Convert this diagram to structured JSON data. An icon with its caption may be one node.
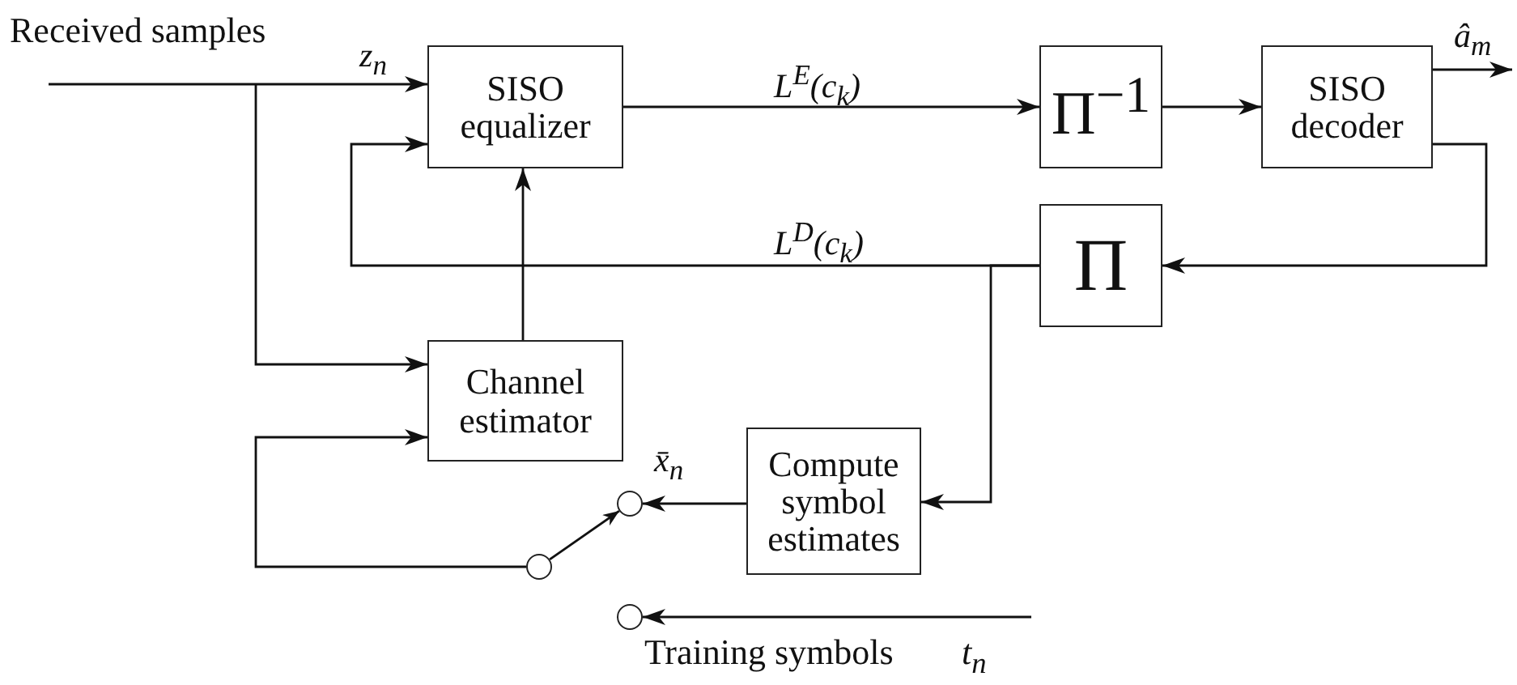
{
  "diagram": {
    "nodes": [
      {
        "text": [
          "SISO equalizer"
        ]
      },
      {
        "text": [
          "Π$^{−1}$"
        ]
      },
      {
        "text": [
          "SISO decoder"
        ]
      },
      {
        "text": [
          "Π"
        ]
      },
      {
        "text": [
          "Channel estimator"
        ]
      },
      {
        "text": [
          "Compute symbol estimates"
        ]
      },
      {
        "text": [],
        "shape": "circle"
      },
      {
        "text": [],
        "shape": "circle"
      },
      {
        "text": [],
        "shape": "circle"
      }
    ],
    "edges": [
      {
        "from": null,
        "to": 0,
        "arrow": "to",
        "label": "z$_{n}$"
      },
      {
        "from": null,
        "to": 4,
        "arrow": "to"
      },
      {
        "from": 0,
        "to": 1,
        "arrow": "to",
        "label": "L$^{E}$(c$_{k}$)"
      },
      {
        "from": 1,
        "to": 2,
        "arrow": "to"
      },
      {
        "from": 2,
        "to": null,
        "arrow": "to",
        "label": "â$_{m}$"
      },
      {
        "from": 2,
        "to": 3,
        "arrow": "to"
      },
      {
        "from": 3,
        "to": 0,
        "arrow": "to",
        "label": "L$^{D}$(c$_{k}$)"
      },
      {
        "from": 3,
        "to": 5,
        "arrow": "to"
      },
      {
        "from": 4,
        "to": 0,
        "arrow": "to"
      },
      {
        "from": 5,
        "to": 6,
        "arrow": "to",
        "label": "x̄$_{n}$"
      },
      {
        "from": 7,
        "to": 6,
        "arrow": "to"
      },
      {
        "from": 7,
        "to": 4,
        "arrow": "to"
      },
      {
        "from": null,
        "to": 8,
        "arrow": "to"
      }
    ],
    "labels": [
      "Received samples",
      "Training symbols",
      "t$_{n}$"
    ]
  }
}
